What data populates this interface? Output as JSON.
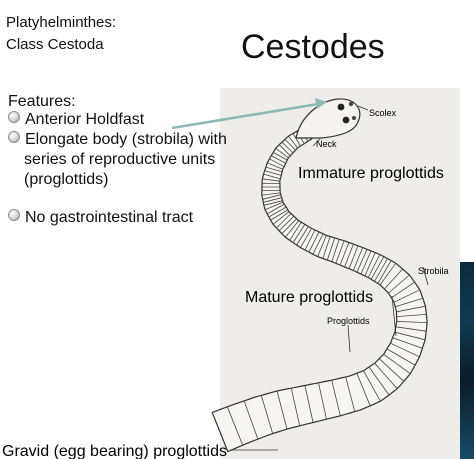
{
  "header": {
    "line1": "Platyhelminthes:",
    "line2": "Class Cestoda"
  },
  "title": "Cestodes",
  "features": {
    "heading": "Features:",
    "items": [
      {
        "lines": [
          "Anterior Holdfast"
        ]
      },
      {
        "lines": [
          "Elongate body (strobila) with",
          "series of reproductive units",
          "(proglottids)"
        ]
      },
      {
        "lines": [
          "No gastrointestinal tract"
        ]
      }
    ]
  },
  "diagram_labels": {
    "scolex": "Scolex",
    "neck": "Neck",
    "immature": "Immature proglottids",
    "strobila": "Strobila",
    "mature": "Mature proglottids",
    "proglottids": "Proglottids",
    "gravid": "Gravid (egg bearing) proglottids"
  },
  "colors": {
    "arrow": "#8fb8b4",
    "figure_bg": "#eeedea"
  }
}
